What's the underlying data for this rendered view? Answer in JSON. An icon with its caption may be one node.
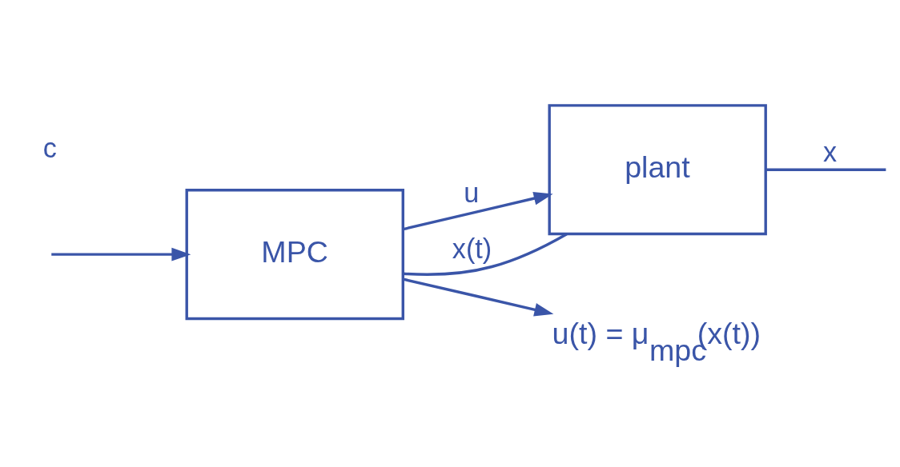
{
  "diagram": {
    "nodes": [
      {
        "text": [
          "MPC"
        ]
      },
      {
        "text": [
          "plant"
        ]
      },
      {
        "text": [
          "u(t) = μ$_{mpc}$(x(t))"
        ]
      }
    ],
    "edges": [
      {
        "from": null,
        "to": 0,
        "arrow": "to"
      },
      {
        "from": 0,
        "to": 1,
        "arrow": "to",
        "label": "u"
      },
      {
        "from": 1,
        "to": null,
        "arrow": "none",
        "label": "x"
      },
      {
        "from": 1,
        "to": 0,
        "arrow": "none",
        "label": "x(t)"
      },
      {
        "from": 0,
        "to": 2,
        "arrow": "to"
      }
    ],
    "labels": [
      "c"
    ]
  }
}
